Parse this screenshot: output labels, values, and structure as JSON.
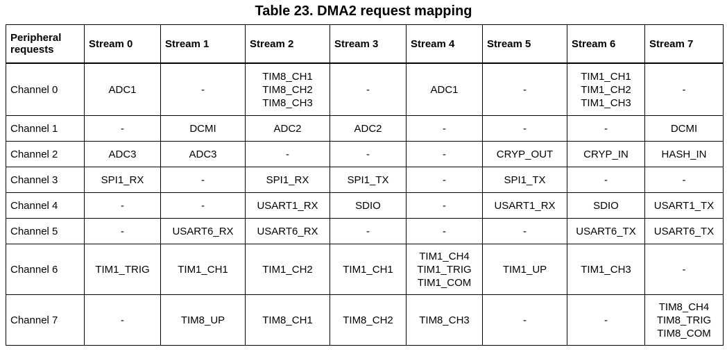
{
  "caption": "Table 23. DMA2 request mapping",
  "headers": [
    "Peripheral requests",
    "Stream 0",
    "Stream 1",
    "Stream 2",
    "Stream 3",
    "Stream 4",
    "Stream 5",
    "Stream 6",
    "Stream 7"
  ],
  "rows": [
    {
      "label": "Channel 0",
      "cells": [
        [
          "ADC1"
        ],
        [
          "-"
        ],
        [
          "TIM8_CH1",
          "TIM8_CH2",
          "TIM8_CH3"
        ],
        [
          "-"
        ],
        [
          "ADC1"
        ],
        [
          "-"
        ],
        [
          "TIM1_CH1",
          "TIM1_CH2",
          "TIM1_CH3"
        ],
        [
          "-"
        ]
      ]
    },
    {
      "label": "Channel 1",
      "cells": [
        [
          "-"
        ],
        [
          "DCMI"
        ],
        [
          "ADC2"
        ],
        [
          "ADC2"
        ],
        [
          "-"
        ],
        [
          "-"
        ],
        [
          "-"
        ],
        [
          "DCMI"
        ]
      ]
    },
    {
      "label": "Channel 2",
      "cells": [
        [
          "ADC3"
        ],
        [
          "ADC3"
        ],
        [
          "-"
        ],
        [
          "-"
        ],
        [
          "-"
        ],
        [
          "CRYP_OUT"
        ],
        [
          "CRYP_IN"
        ],
        [
          "HASH_IN"
        ]
      ]
    },
    {
      "label": "Channel 3",
      "cells": [
        [
          "SPI1_RX"
        ],
        [
          "-"
        ],
        [
          "SPI1_RX"
        ],
        [
          "SPI1_TX"
        ],
        [
          "-"
        ],
        [
          "SPI1_TX"
        ],
        [
          "-"
        ],
        [
          "-"
        ]
      ]
    },
    {
      "label": "Channel 4",
      "cells": [
        [
          "-"
        ],
        [
          "-"
        ],
        [
          "USART1_RX"
        ],
        [
          "SDIO"
        ],
        [
          "-"
        ],
        [
          "USART1_RX"
        ],
        [
          "SDIO"
        ],
        [
          "USART1_TX"
        ]
      ]
    },
    {
      "label": "Channel 5",
      "cells": [
        [
          "-"
        ],
        [
          "USART6_RX"
        ],
        [
          "USART6_RX"
        ],
        [
          "-"
        ],
        [
          "-"
        ],
        [
          "-"
        ],
        [
          "USART6_TX"
        ],
        [
          "USART6_TX"
        ]
      ]
    },
    {
      "label": "Channel 6",
      "cells": [
        [
          "TIM1_TRIG"
        ],
        [
          "TIM1_CH1"
        ],
        [
          "TIM1_CH2"
        ],
        [
          "TIM1_CH1"
        ],
        [
          "TIM1_CH4",
          "TIM1_TRIG",
          "TIM1_COM"
        ],
        [
          "TIM1_UP"
        ],
        [
          "TIM1_CH3"
        ],
        [
          "-"
        ]
      ]
    },
    {
      "label": "Channel 7",
      "cells": [
        [
          "-"
        ],
        [
          "TIM8_UP"
        ],
        [
          "TIM8_CH1"
        ],
        [
          "TIM8_CH2"
        ],
        [
          "TIM8_CH3"
        ],
        [
          "-"
        ],
        [
          "-"
        ],
        [
          "TIM8_CH4",
          "TIM8_TRIG",
          "TIM8_COM"
        ]
      ]
    }
  ]
}
